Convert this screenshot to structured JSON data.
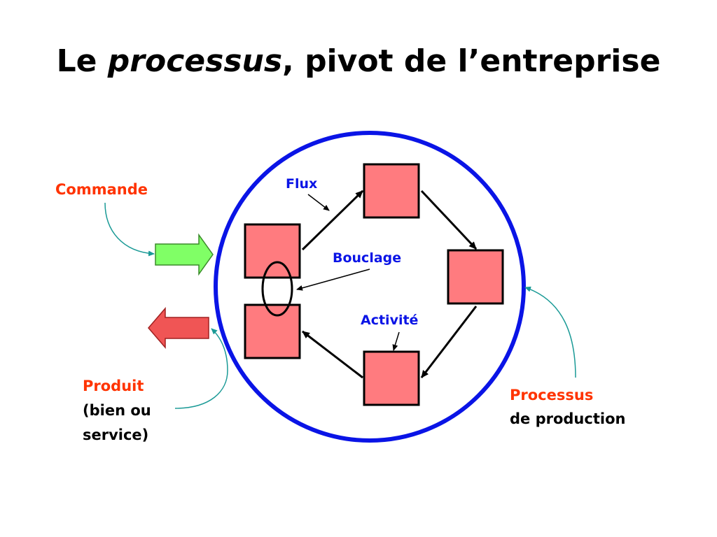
{
  "title": {
    "part1": "Le ",
    "part2_italic": "processus",
    "part3": ", pivot de l’entreprise"
  },
  "labels": {
    "flux": "Flux",
    "bouclage": "Bouclage",
    "activite": "Activité",
    "commande": "Commande",
    "produit": "Produit",
    "produit_line2": "(bien ou",
    "produit_line3": "service)",
    "processus": "Processus",
    "processus_line2": "de production"
  },
  "colors": {
    "title": "#000000",
    "circle_stroke": "#0a14e6",
    "activity_fill": "#ff7b7f",
    "activity_stroke": "#000000",
    "label_blue": "#0a14e6",
    "label_red": "#ff3300",
    "input_arrow_fill": "#80ff66",
    "output_arrow_fill": "#f05555",
    "connector_teal": "#1a9a96"
  }
}
